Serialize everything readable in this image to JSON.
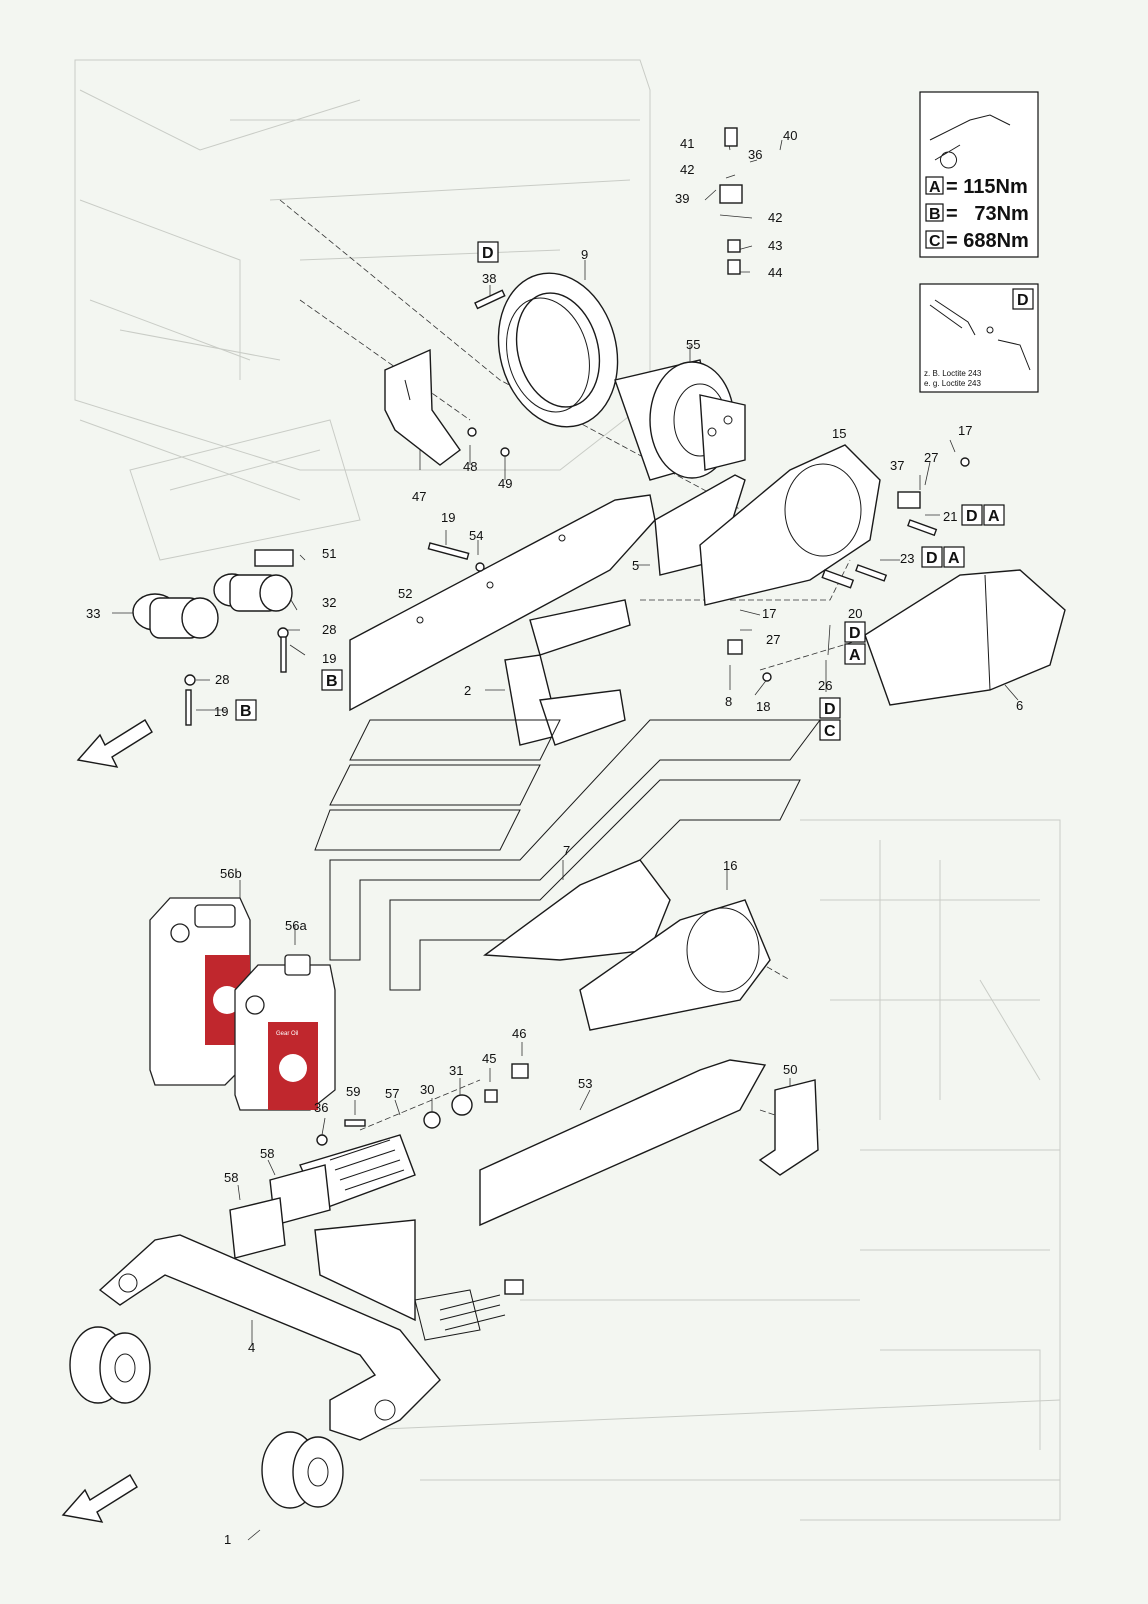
{
  "legend": {
    "torque": [
      {
        "key": "A",
        "value": "= 115Nm"
      },
      {
        "key": "B",
        "value": "=   73Nm"
      },
      {
        "key": "C",
        "value": "= 688Nm"
      }
    ],
    "loctite": {
      "key": "D",
      "line1": "z. B. Loctite 243",
      "line2": "e. g. Loctite 243"
    }
  },
  "oil_label": "Gear Oil",
  "parts": {
    "p1": "1",
    "p2": "2",
    "p4": "4",
    "p5": "5",
    "p6": "6",
    "p7": "7",
    "p8": "8",
    "p9": "9",
    "p15": "15",
    "p16": "16",
    "p17a": "17",
    "p17b": "17",
    "p18": "18",
    "p19a": "19",
    "p19b": "19",
    "p19c": "19",
    "p20": "20",
    "p21": "21",
    "p23": "23",
    "p26": "26",
    "p27a": "27",
    "p27b": "27",
    "p28a": "28",
    "p28b": "28",
    "p30": "30",
    "p31": "31",
    "p32": "32",
    "p33": "33",
    "p36a": "36",
    "p36b": "36",
    "p37": "37",
    "p38": "38",
    "p39": "39",
    "p40": "40",
    "p41": "41",
    "p42a": "42",
    "p42b": "42",
    "p43": "43",
    "p44": "44",
    "p45": "45",
    "p46": "46",
    "p47": "47",
    "p48": "48",
    "p49": "49",
    "p50": "50",
    "p51": "51",
    "p52": "52",
    "p53": "53",
    "p54": "54",
    "p55": "55",
    "p56a": "56a",
    "p56b": "56b",
    "p57": "57",
    "p58a": "58",
    "p58b": "58",
    "p59": "59"
  },
  "callouts": {
    "c38": "D",
    "c21a": "D",
    "c21b": "A",
    "c23a": "D",
    "c23b": "A",
    "c20a": "D",
    "c20b": "A",
    "c26a": "D",
    "c26b": "C",
    "c19a": "B",
    "c19b": "B"
  }
}
